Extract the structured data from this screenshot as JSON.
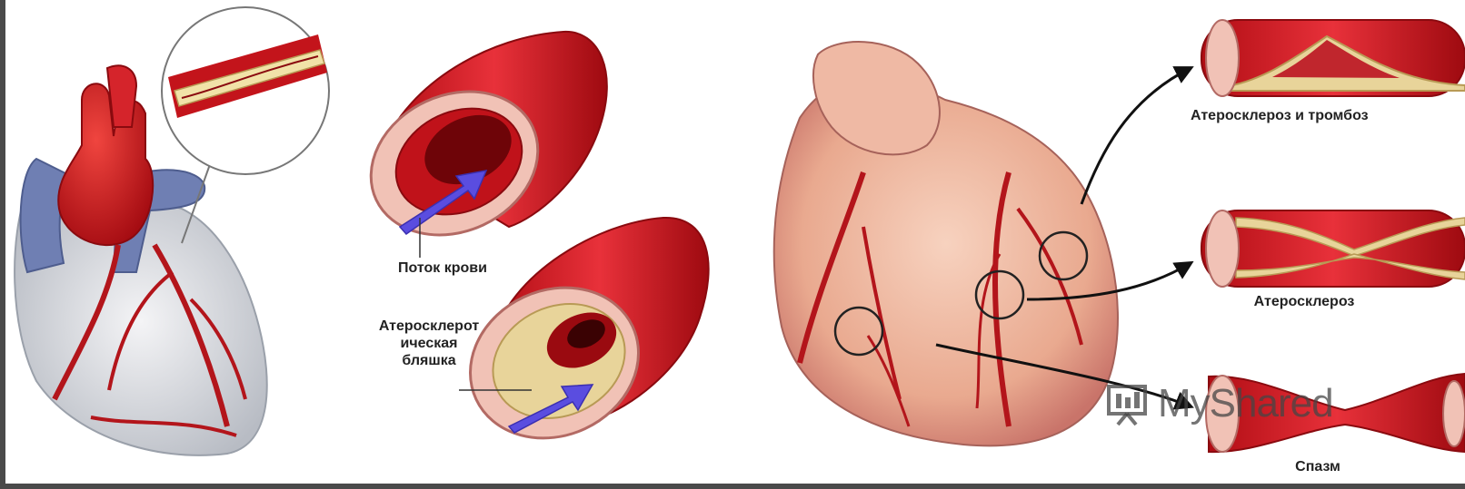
{
  "labels": {
    "blood_flow": "Поток крови",
    "plaque_line1": "Атеросклерот",
    "plaque_line2": "ическая",
    "plaque_line3": "бляшка",
    "athero_thrombosis": "Атеросклероз и тромбоз",
    "atherosclerosis": "Атеросклероз",
    "spasm": "Спазм"
  },
  "watermark": {
    "text": "MyShared"
  },
  "colors": {
    "artery_red": "#c8141c",
    "vein_blue": "#6f7fb3",
    "plaque": "#e8d49a",
    "arrow_blue": "#5a4de0"
  }
}
